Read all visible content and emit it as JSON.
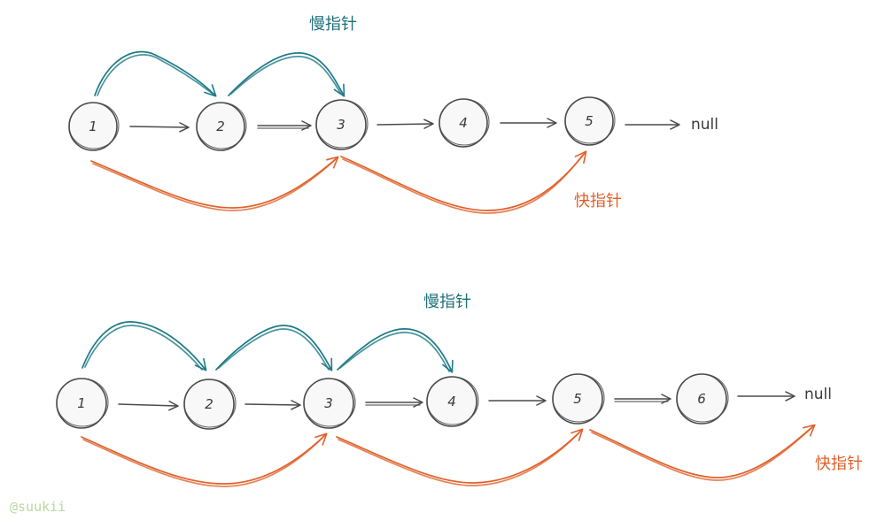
{
  "diagrams": [
    {
      "nodes": [
        "1",
        "2",
        "3",
        "4",
        "5"
      ],
      "null_label": "null",
      "slow_label": "慢指针",
      "fast_label": "快指针"
    },
    {
      "nodes": [
        "1",
        "2",
        "3",
        "4",
        "5",
        "6"
      ],
      "null_label": "null",
      "slow_label": "慢指针",
      "fast_label": "快指针"
    }
  ],
  "watermark": "@suukii",
  "colors": {
    "node_stroke": "#4a4a4a",
    "slow_pointer": "#1f7a86",
    "fast_pointer": "#e0612a",
    "watermark": "#b9d8a0"
  }
}
